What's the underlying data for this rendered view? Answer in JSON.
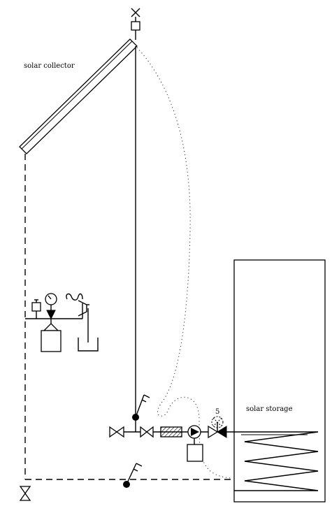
{
  "labels": {
    "collector": "solar collector",
    "storage": "solar storage",
    "valve_number": "5"
  },
  "colors": {
    "line": "#000000",
    "background": "#ffffff"
  }
}
